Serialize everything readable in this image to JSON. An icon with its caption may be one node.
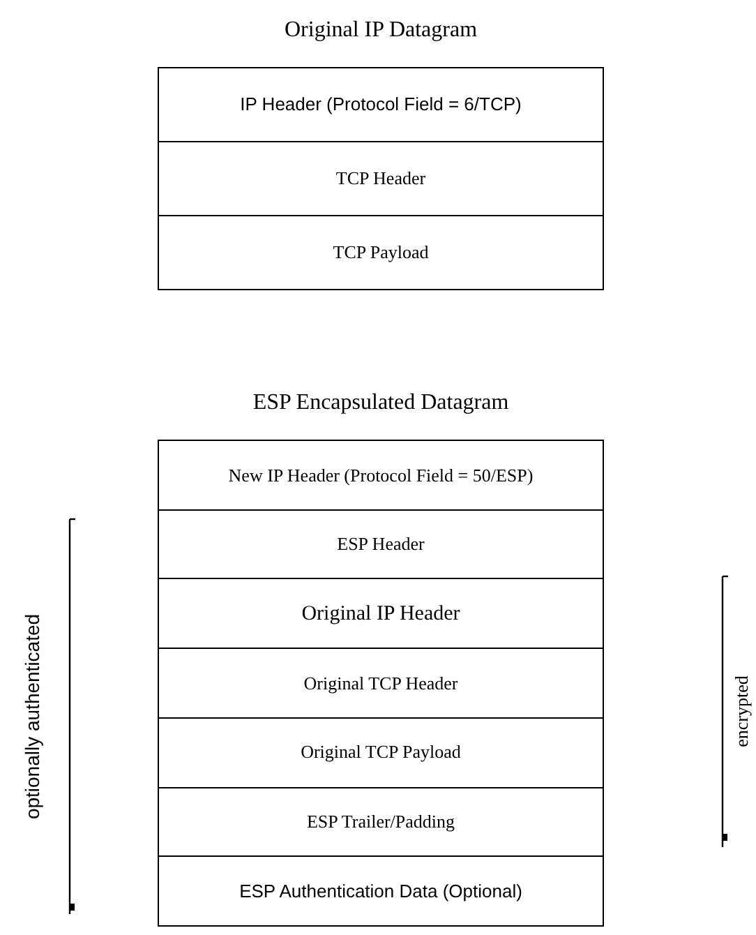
{
  "diagram": {
    "nodes": [
      {
        "text": [
          "Original IP Datagram"
        ]
      },
      {
        "text": [
          "IP Header (Protocol Field = 6/TCP)"
        ],
        "in": 0
      },
      {
        "text": [
          "TCP Header"
        ],
        "in": 0
      },
      {
        "text": [
          "TCP Payload"
        ],
        "in": 0
      },
      {
        "text": [
          "ESP Encapsulated Datagram"
        ]
      },
      {
        "text": [
          "New IP Header (Protocol Field = 50/ESP)"
        ],
        "in": 4
      },
      {
        "text": [
          "ESP Header"
        ],
        "in": 4
      },
      {
        "text": [
          "Original IP Header"
        ],
        "in": 4
      },
      {
        "text": [
          "Original TCP Header"
        ],
        "in": 4
      },
      {
        "text": [
          "Original TCP Payload"
        ],
        "in": 4
      },
      {
        "text": [
          "ESP Trailer/Padding"
        ],
        "in": 4
      },
      {
        "text": [
          "ESP Authentication Data (Optional)"
        ],
        "in": 4
      }
    ],
    "edges": [],
    "labels": [
      "optionally authenticated",
      "encrypted"
    ]
  }
}
